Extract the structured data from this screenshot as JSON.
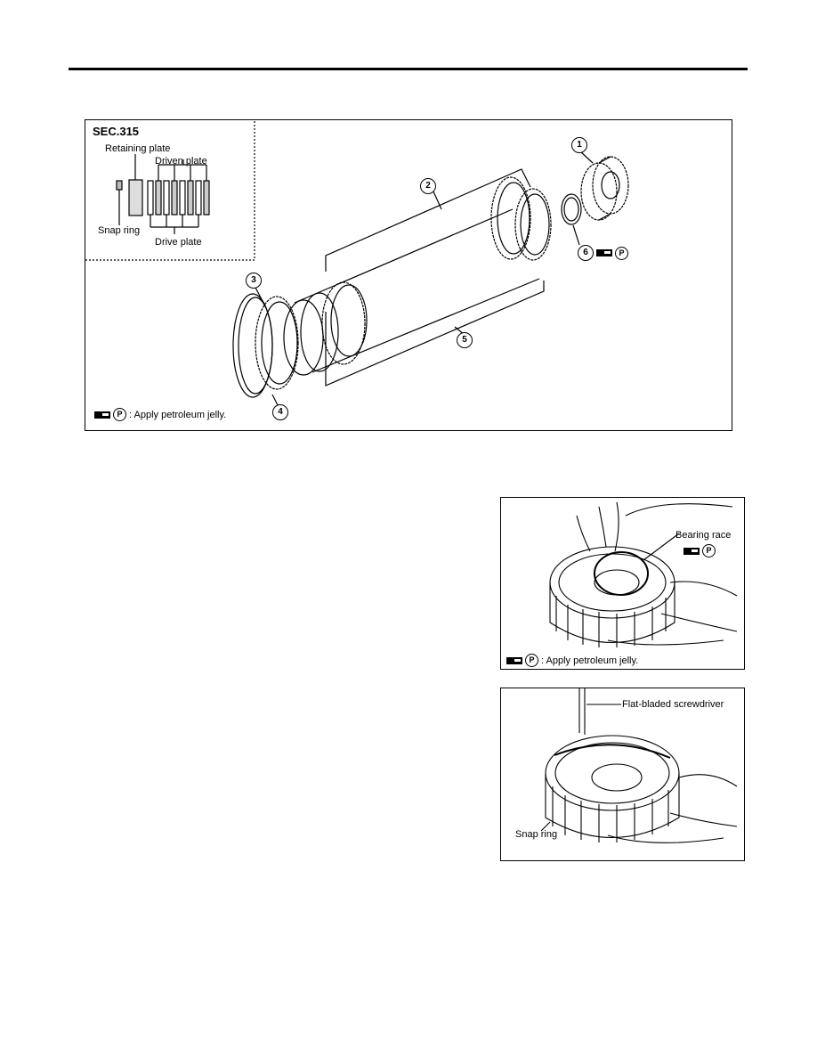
{
  "fig1": {
    "sec": "SEC.315",
    "inset": {
      "retaining_plate": "Retaining plate",
      "driven_plate": "Driven plate",
      "snap_ring": "Snap ring",
      "drive_plate": "Drive plate"
    },
    "callouts": [
      "1",
      "2",
      "3",
      "4",
      "5",
      "6"
    ],
    "jelly_symbol": "P",
    "legend_text": ": Apply petroleum jelly."
  },
  "fig2": {
    "bearing_race": "Bearing race",
    "jelly_symbol": "P",
    "legend_text": ": Apply petroleum jelly."
  },
  "fig3": {
    "screwdriver": "Flat-bladed screwdriver",
    "snap_ring": "Snap ring"
  },
  "icons": {
    "jelly": "petroleum-jelly-pump-icon"
  }
}
